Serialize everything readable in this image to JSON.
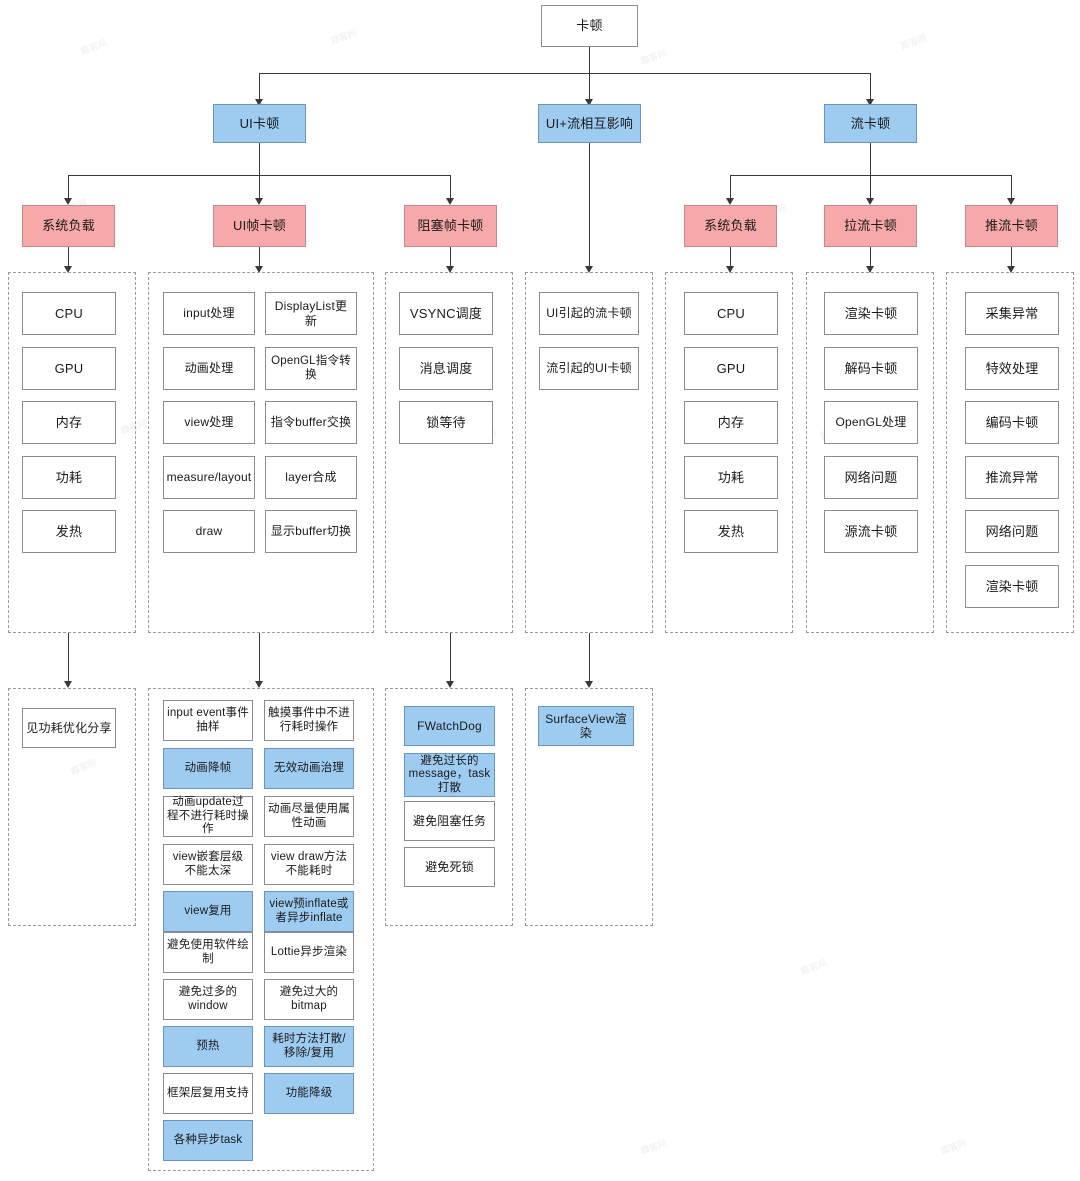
{
  "diagram": {
    "title": "卡顿",
    "root": {
      "label": "卡顿"
    },
    "level2": [
      {
        "label": "UI卡顿"
      },
      {
        "label": "UI+流相互影响"
      },
      {
        "label": "流卡顿"
      }
    ],
    "level3": [
      {
        "label": "系统负载"
      },
      {
        "label": "UI帧卡顿"
      },
      {
        "label": "阻塞帧卡顿"
      },
      {
        "label": "系统负载"
      },
      {
        "label": "拉流卡顿"
      },
      {
        "label": "推流卡顿"
      }
    ],
    "groups": [
      {
        "name": "system-load-ui",
        "columns": 1,
        "items": [
          "CPU",
          "GPU",
          "内存",
          "功耗",
          "发热"
        ]
      },
      {
        "name": "ui-frame-stutter",
        "columns": 2,
        "items": [
          "input处理",
          "DisplayList更新",
          "动画处理",
          "OpenGL指令转换",
          "view处理",
          "指令buffer交换",
          "measure/layout",
          "layer合成",
          "draw",
          "显示buffer切换"
        ]
      },
      {
        "name": "blocking-frame-stutter",
        "columns": 1,
        "items": [
          "VSYNC调度",
          "消息调度",
          "锁等待"
        ]
      },
      {
        "name": "ui-stream-interaction",
        "columns": 1,
        "items": [
          "UI引起的流卡顿",
          "流引起的UI卡顿"
        ]
      },
      {
        "name": "system-load-stream",
        "columns": 1,
        "items": [
          "CPU",
          "GPU",
          "内存",
          "功耗",
          "发热"
        ]
      },
      {
        "name": "pull-stream-stutter",
        "columns": 1,
        "items": [
          "渲染卡顿",
          "解码卡顿",
          "OpenGL处理",
          "网络问题",
          "源流卡顿"
        ]
      },
      {
        "name": "push-stream-stutter",
        "columns": 1,
        "items": [
          "采集异常",
          "特效处理",
          "编码卡顿",
          "推流异常",
          "网络问题",
          "渲染卡顿"
        ]
      }
    ],
    "solution_groups": [
      {
        "name": "power-optimization",
        "columns": 1,
        "items": [
          {
            "label": "见功耗优化分享",
            "style": "white"
          }
        ]
      },
      {
        "name": "ui-frame-solutions",
        "columns": 2,
        "items": [
          {
            "label": "input event事件抽样",
            "style": "white"
          },
          {
            "label": "触摸事件中不进行耗时操作",
            "style": "white"
          },
          {
            "label": "动画降帧",
            "style": "blue"
          },
          {
            "label": "无效动画治理",
            "style": "blue"
          },
          {
            "label": "动画update过程不进行耗时操作",
            "style": "white"
          },
          {
            "label": "动画尽量使用属性动画",
            "style": "white"
          },
          {
            "label": "view嵌套层级不能太深",
            "style": "white"
          },
          {
            "label": "view draw方法不能耗时",
            "style": "white"
          },
          {
            "label": "view复用",
            "style": "blue"
          },
          {
            "label": "view预inflate或者异步inflate",
            "style": "blue"
          },
          {
            "label": "避免使用软件绘制",
            "style": "white"
          },
          {
            "label": "Lottie异步渲染",
            "style": "white"
          },
          {
            "label": "避免过多的window",
            "style": "white"
          },
          {
            "label": "避免过大的bitmap",
            "style": "white"
          },
          {
            "label": "预热",
            "style": "blue"
          },
          {
            "label": "耗时方法打散/移除/复用",
            "style": "blue"
          },
          {
            "label": "框架层复用支持",
            "style": "white"
          },
          {
            "label": "功能降级",
            "style": "blue"
          },
          {
            "label": "各种异步task",
            "style": "blue"
          }
        ]
      },
      {
        "name": "blocking-solutions",
        "columns": 1,
        "items": [
          {
            "label": "FWatchDog",
            "style": "blue"
          },
          {
            "label": "避免过长的message，task打散",
            "style": "blue"
          },
          {
            "label": "避免阻塞任务",
            "style": "white"
          },
          {
            "label": "避免死锁",
            "style": "white"
          }
        ]
      },
      {
        "name": "stream-interaction-solutions",
        "columns": 1,
        "items": [
          {
            "label": "SurfaceView渲染",
            "style": "blue"
          }
        ]
      }
    ],
    "colors": {
      "blue_fill": "#9ecbf0",
      "blue_border": "#6b93bd",
      "red_fill": "#f7a8a8",
      "red_border": "#c08a8a",
      "white_fill": "#ffffff",
      "node_border": "#8c8c8c",
      "connector": "#3a3a3a",
      "group_border": "#9a9a9a"
    }
  }
}
